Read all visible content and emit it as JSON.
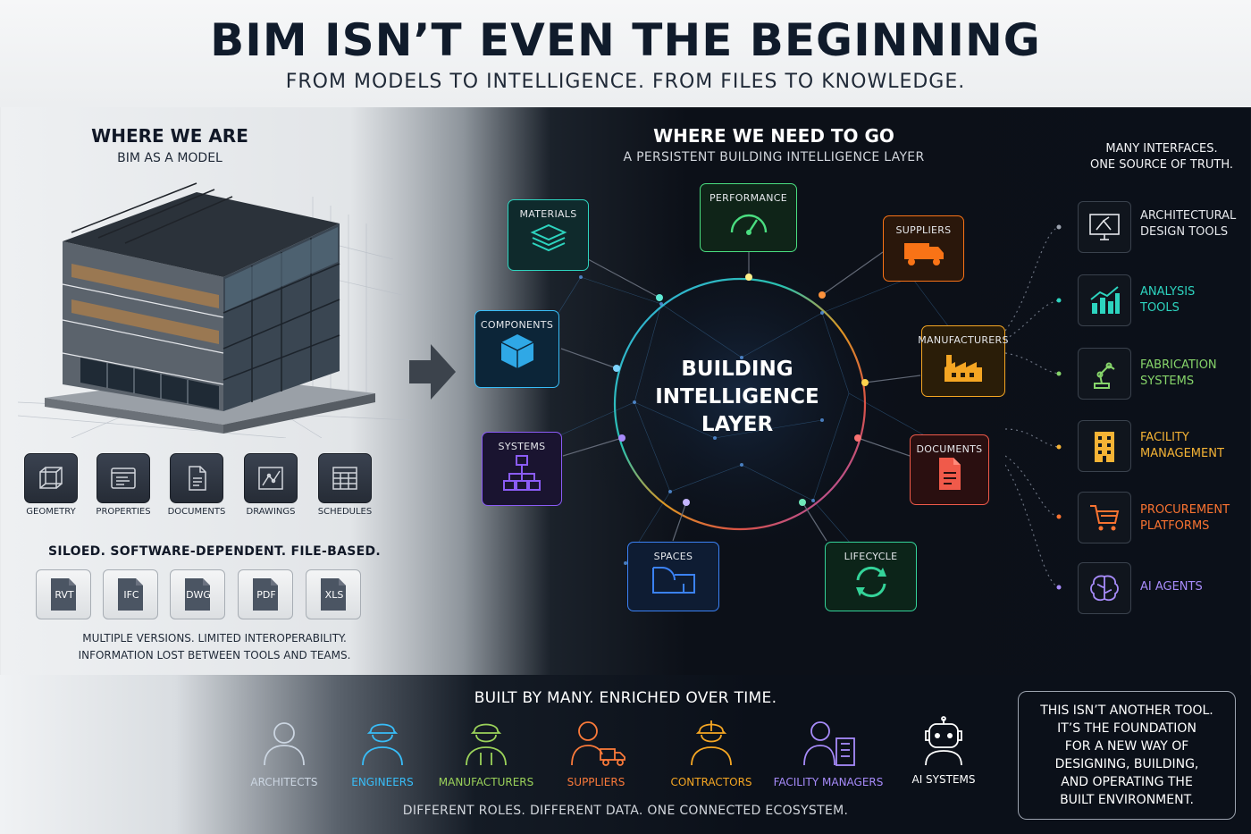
{
  "header": {
    "title": "BIM ISN’T EVEN THE BEGINNING",
    "subtitle": "FROM MODELS TO INTELLIGENCE. FROM FILES TO KNOWLEDGE."
  },
  "left": {
    "heading": "WHERE WE ARE",
    "subheading": "BIM AS A MODEL",
    "tiles": [
      "GEOMETRY",
      "PROPERTIES",
      "DOCUMENTS",
      "DRAWINGS",
      "SCHEDULES"
    ],
    "siloed": "SILOED. SOFTWARE-DEPENDENT. FILE-BASED.",
    "files": [
      "RVT",
      "IFC",
      "DWG",
      "PDF",
      "XLS"
    ],
    "caption_line1": "MULTIPLE VERSIONS. LIMITED INTEROPERABILITY.",
    "caption_line2": "INFORMATION LOST BETWEEN TOOLS AND TEAMS."
  },
  "center": {
    "heading": "WHERE WE NEED TO GO",
    "subheading": "A PERSISTENT BUILDING INTELLIGENCE LAYER",
    "core_line1": "BUILDING",
    "core_line2": "INTELLIGENCE",
    "core_line3": "LAYER",
    "nodes": {
      "materials": "MATERIALS",
      "performance": "PERFORMANCE",
      "suppliers": "SUPPLIERS",
      "components": "COMPONENTS",
      "manufacturers": "MANUFACTURERS",
      "systems": "SYSTEMS",
      "documents": "DOCUMENTS",
      "spaces": "SPACES",
      "lifecycle": "LIFECYCLE"
    }
  },
  "interfaces": {
    "heading_line1": "MANY INTERFACES.",
    "heading_line2": "ONE SOURCE OF TRUTH.",
    "items": [
      {
        "line1": "ARCHITECTURAL",
        "line2": "DESIGN TOOLS",
        "color": "#e5e7eb"
      },
      {
        "line1": "ANALYSIS",
        "line2": "TOOLS",
        "color": "#2dd4bf"
      },
      {
        "line1": "FABRICATION",
        "line2": "SYSTEMS",
        "color": "#86d46a"
      },
      {
        "line1": "FACILITY",
        "line2": "MANAGEMENT",
        "color": "#f5b335"
      },
      {
        "line1": "PROCUREMENT",
        "line2": "PLATFORMS",
        "color": "#f97331"
      },
      {
        "line1": "AI AGENTS",
        "line2": "",
        "color": "#a78bfa"
      }
    ]
  },
  "bottom": {
    "heading": "BUILT BY MANY. ENRICHED OVER TIME.",
    "roles": [
      {
        "label": "ARCHITECTS",
        "color": "#cbd5e1"
      },
      {
        "label": "ENGINEERS",
        "color": "#38bdf8"
      },
      {
        "label": "MANUFACTURERS",
        "color": "#9bd25a"
      },
      {
        "label": "SUPPLIERS",
        "color": "#fb7a3a"
      },
      {
        "label": "CONTRACTORS",
        "color": "#f5a623"
      },
      {
        "label": "FACILITY MANAGERS",
        "color": "#a78bfa"
      },
      {
        "label": "AI SYSTEMS",
        "color": "#ffffff"
      }
    ],
    "tagline": "DIFFERENT ROLES. DIFFERENT DATA. ONE CONNECTED ECOSYSTEM.",
    "foundation": [
      "THIS ISN’T ANOTHER TOOL.",
      "IT’S THE FOUNDATION",
      "FOR A NEW WAY OF",
      "DESIGNING, BUILDING,",
      "AND OPERATING THE",
      "BUILT ENVIRONMENT."
    ]
  },
  "colors": {
    "materials": "#2dd4bf",
    "performance": "#4ade80",
    "suppliers": "#f97316",
    "components": "#38bdf8",
    "manufacturers": "#f5a623",
    "systems": "#8b5cf6",
    "documents": "#f05a4a",
    "spaces": "#3b82f6",
    "lifecycle": "#34d399"
  }
}
